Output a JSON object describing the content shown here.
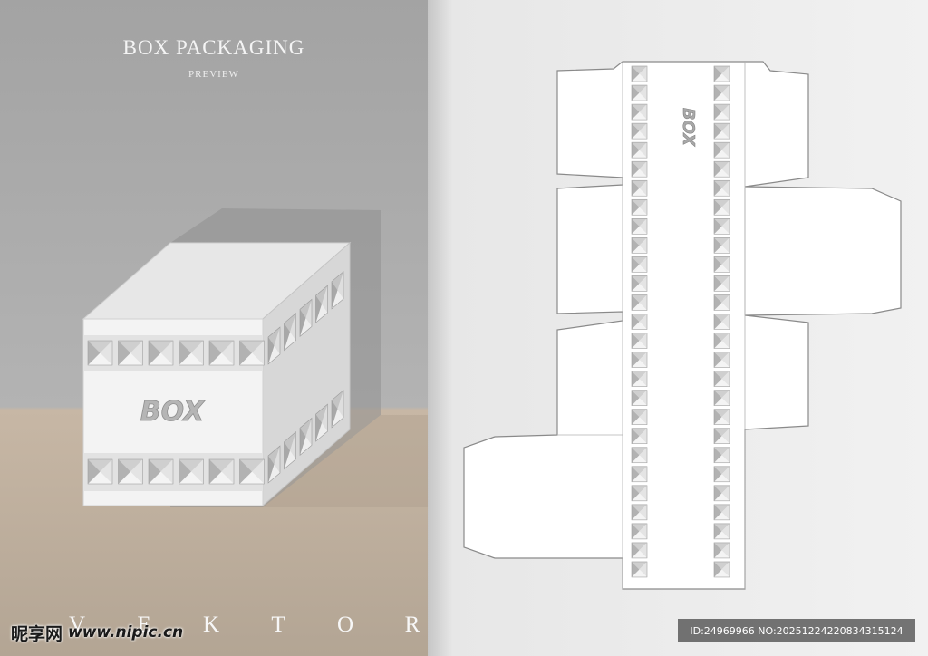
{
  "header": {
    "title": "BOX PACKAGING",
    "subtitle": "PREVIEW"
  },
  "box_preview": {
    "front_label": "BOX",
    "top_row_squares": 6,
    "bottom_row_squares": 6,
    "side_row_squares": 5
  },
  "footer": {
    "letters": [
      "V",
      "E",
      "K",
      "T",
      "O",
      "R"
    ]
  },
  "dieline": {
    "label": "BOX",
    "strip_squares_per_column": 27
  },
  "watermark": {
    "brand": "昵享网",
    "url": "www.nipic.cn",
    "id_text": "ID:24969966 NO:20251224220834315124"
  },
  "colors": {
    "left_background_top": "#a3a3a3",
    "left_background_floor": "#c7b7a5",
    "box_face": "#f2f2f2",
    "box_top": "#e6e6e6",
    "box_side": "#d6d6d6",
    "pattern_square": "#bdbdbd",
    "right_background": "#f1f1f1",
    "dieline_stroke": "#8a8a8a"
  }
}
